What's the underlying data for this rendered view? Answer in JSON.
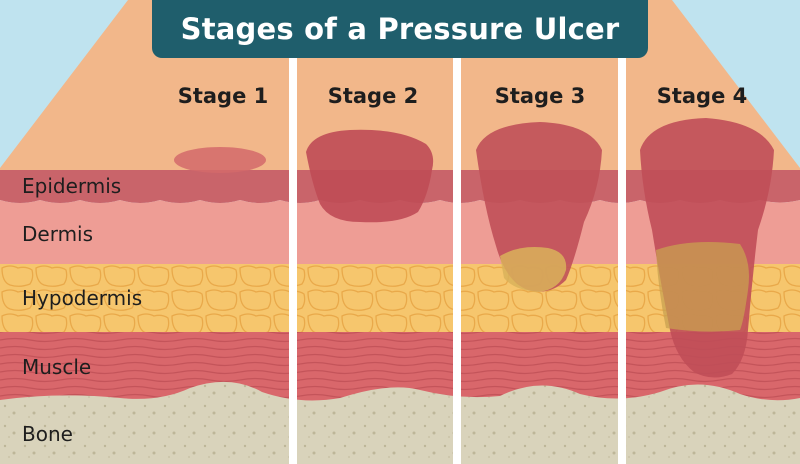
{
  "title": "Stages of a Pressure Ulcer",
  "stages": [
    "Stage 1",
    "Stage 2",
    "Stage 3",
    "Stage 4"
  ],
  "layers": [
    "Epidermis",
    "Dermis",
    "Hypodermis",
    "Muscle",
    "Bone"
  ],
  "colors": {
    "sky": "#bfe3ef",
    "surface_skin": "#f2b78a",
    "epidermis": "#c9646a",
    "dermis": "#ee9d95",
    "hypodermis": "#f6c66d",
    "muscle": "#d9676b",
    "bone": "#d9d3bb",
    "wound": "#b9484f",
    "title_bg": "#1f5e6c"
  }
}
